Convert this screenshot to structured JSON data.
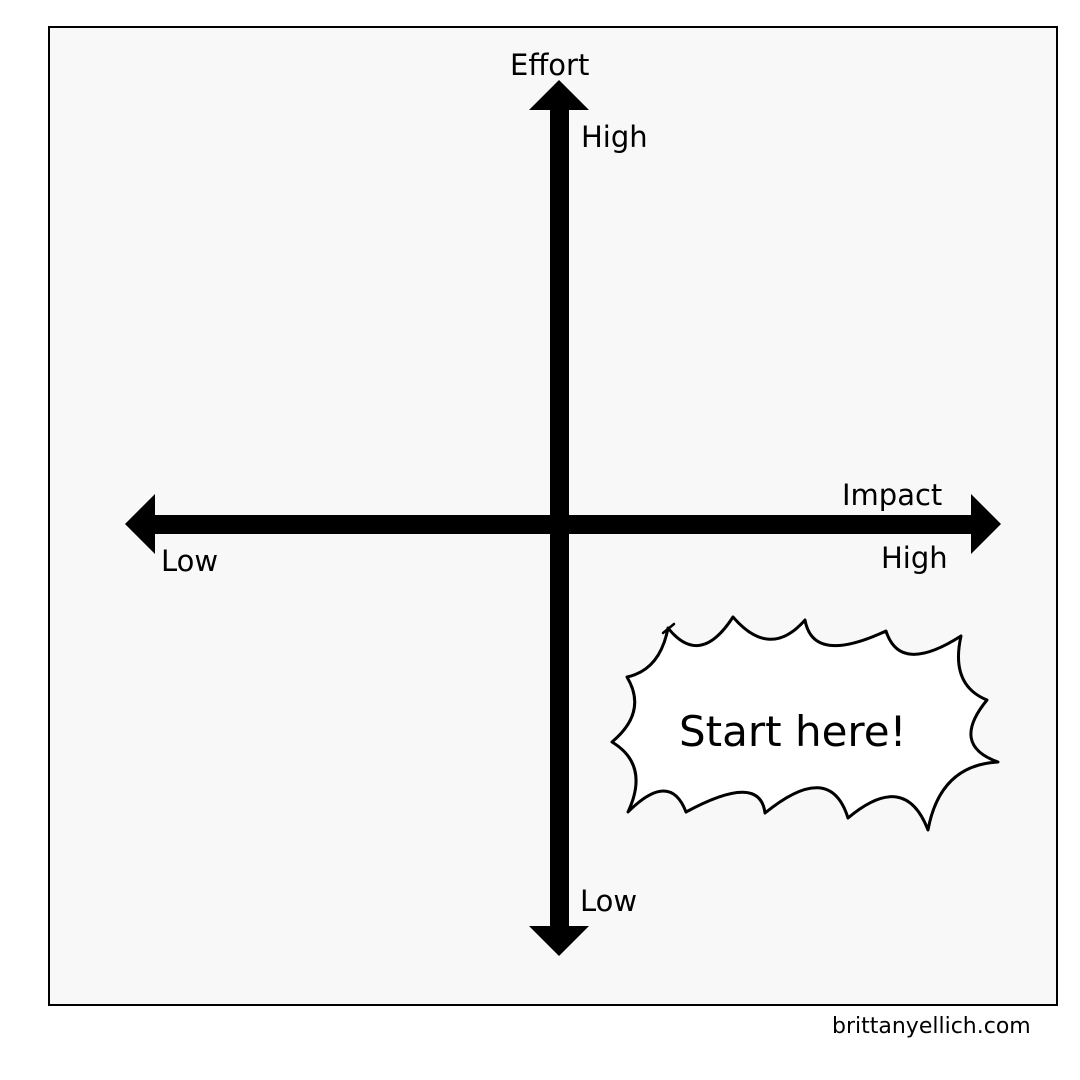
{
  "axes": {
    "vertical": {
      "title": "Effort",
      "high_label": "High",
      "low_label": "Low"
    },
    "horizontal": {
      "title": "Impact",
      "high_label": "High",
      "low_label": "Low"
    }
  },
  "callout": {
    "text": "Start here!"
  },
  "credit": "brittanyellich.com",
  "colors": {
    "ink": "#000000",
    "panel_background": "#f8f8f8",
    "page_background": "#ffffff"
  }
}
